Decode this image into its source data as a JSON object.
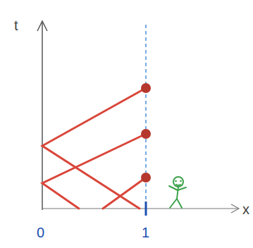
{
  "diagram": {
    "labels": [
      "t",
      "x",
      "0",
      "1"
    ]
  }
}
